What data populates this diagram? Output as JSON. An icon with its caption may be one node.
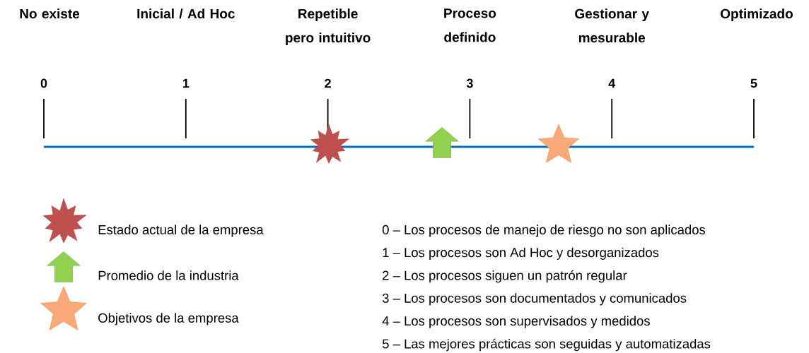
{
  "diagram": {
    "labels": [
      "No existe",
      "Inicial / Ad Hoc",
      "Repetible pero intuitivo",
      "Proceso definido",
      "Gestionar y mesurable",
      "Optimizado",
      "0",
      "1",
      "2",
      "3",
      "4",
      "5",
      "0 – Los procesos de manejo de riesgo no son aplicados",
      "1 – Los procesos son Ad Hoc y desorganizados",
      "2 – Los procesos siguen un patrón regular",
      "3 – Los procesos son documentados y comunicados",
      "4 – Los procesos son supervisados y medidos",
      "5 – Las mejores prácticas son seguidas y automatizadas"
    ],
    "legend": [
      {
        "text": "Estado actual de la empresa"
      },
      {
        "text": "Promedio de la industria"
      },
      {
        "text": "Objetivos de la empresa"
      }
    ]
  }
}
